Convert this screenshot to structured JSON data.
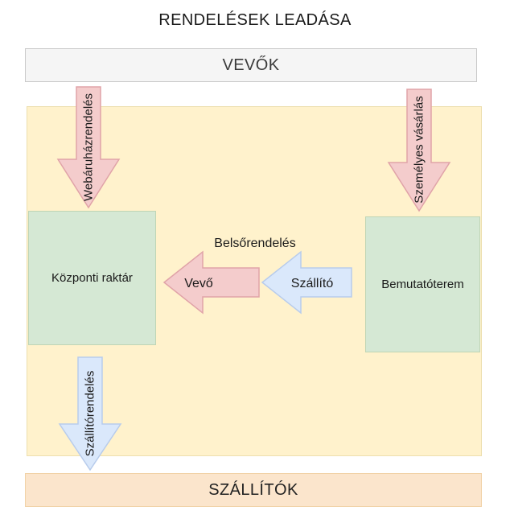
{
  "title": "RENDELÉSEK LEADÁSA",
  "customers_bar": {
    "label": "VEVŐK"
  },
  "suppliers_bar": {
    "label": "SZÁLLÍTÓK"
  },
  "boxes": {
    "central_warehouse": {
      "label": "Központi raktár"
    },
    "showroom": {
      "label": "Bemutatóterem"
    }
  },
  "arrows": {
    "web_order": {
      "label": "Webáruházrendelés",
      "direction": "down"
    },
    "personal_purchase": {
      "label": "Személyes vásárlás",
      "direction": "down"
    },
    "internal_order_label": "Belsőrendelés",
    "customer": {
      "label": "Vevő",
      "direction": "left"
    },
    "supplier": {
      "label": "Szállító",
      "direction": "left"
    },
    "supplier_order": {
      "label": "Szállítórendelés",
      "direction": "down"
    }
  },
  "colors": {
    "pink_fill": "#F4CCCC",
    "pink_stroke": "#E0A3A8",
    "blue_fill": "#DAE8FB",
    "blue_stroke": "#B8CCEC",
    "green_fill": "#D5E8D4",
    "green_stroke": "#BFD5B5",
    "yellow_fill": "#FFF2CC",
    "yellow_stroke": "#EDDFAE",
    "gray_fill": "#F5F5F5",
    "gray_stroke": "#C9C9C9",
    "orange_fill": "#FBE5CC",
    "orange_stroke": "#F1D2A7",
    "text": "#1A1A1A"
  }
}
